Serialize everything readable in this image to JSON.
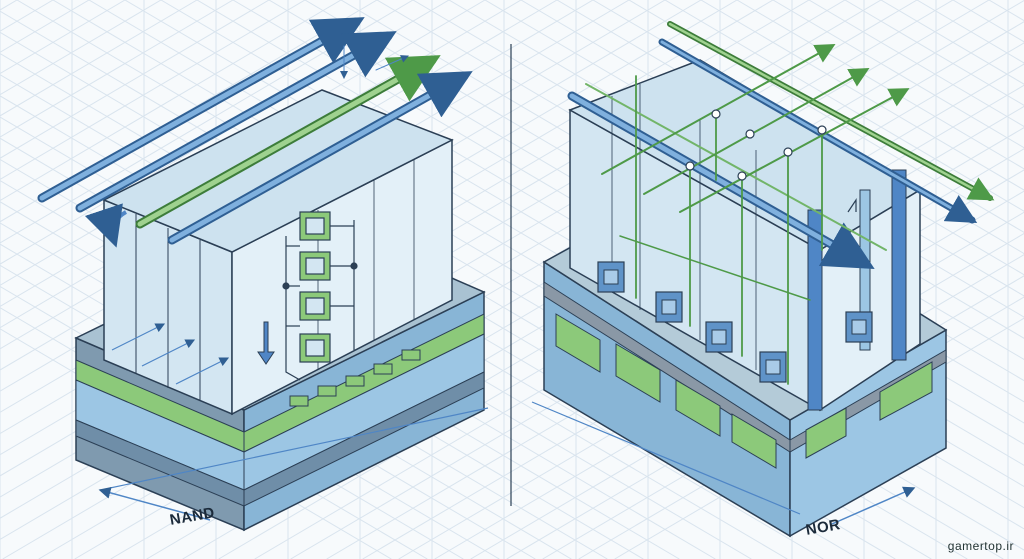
{
  "labels": {
    "nand": "NAND",
    "nor": "NOR",
    "watermark": "gamertop.ir"
  },
  "colors": {
    "background": "#f7fafc",
    "grid": "#d9e4ee",
    "block_face": "#dcecf5",
    "block_side": "#c6dcea",
    "blue_line": "#4f86c6",
    "blue_dark": "#2f5f93",
    "green_line": "#72b569",
    "base_green": "#8cc97a",
    "base_blue": "#9cc6e4",
    "base_grey": "#8a98a6",
    "outline": "#2b3f55"
  }
}
